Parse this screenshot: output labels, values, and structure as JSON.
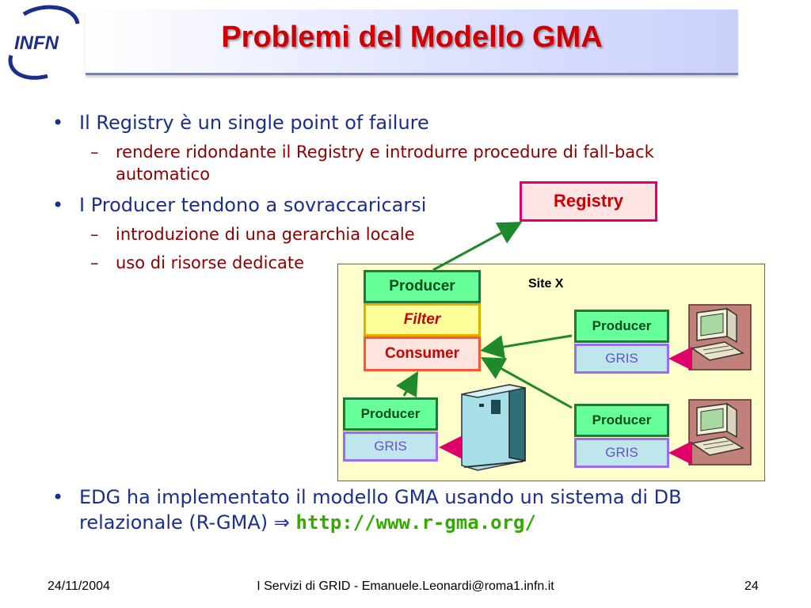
{
  "header": {
    "title": "Problemi del Modello GMA",
    "logo_text": "INFN"
  },
  "bullets": [
    {
      "text": "Il Registry è un single point of failure",
      "sub": [
        "rendere ridondante il Registry e introdurre procedure di fall-back",
        "automatico"
      ]
    },
    {
      "text": "I Producer tendono a sovraccaricarsi",
      "sub": [
        "introduzione di una gerarchia locale",
        "uso di risorse dedicate"
      ]
    }
  ],
  "diagram": {
    "registry": "Registry",
    "site_label": "Site X",
    "producer": "Producer",
    "filter": "Filter",
    "consumer": "Consumer",
    "gris": "GRIS"
  },
  "bottom": {
    "line1": "EDG ha implementato il modello GMA usando un sistema di DB",
    "line2_prefix": "relazionale (R-GMA)",
    "arrow": "⇒",
    "url": "http://www.r-gma.org/"
  },
  "footer": {
    "date": "24/11/2004",
    "center": "I Servizi di GRID - Emanuele.Leonardi@roma1.infn.it",
    "page": "24"
  }
}
